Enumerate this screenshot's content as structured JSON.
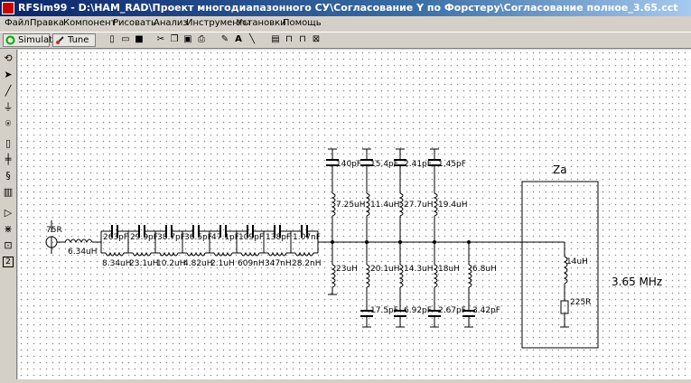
{
  "window": {
    "title": "RFSim99 - D:\\HAM_RAD\\Проект многодиапазонного СУ\\Согласование Y по Форстеру\\Согласование полное_3.65.cct"
  },
  "menu": [
    "Файл",
    "Правка",
    "Компонент",
    "Рисовать",
    "Анализ",
    "Инструменты",
    "Установки",
    "Помощь"
  ],
  "toolbar": {
    "simulate_label": "Simulate",
    "tune_label": "Tune"
  },
  "schematic": {
    "source_r": "75R",
    "source_l": "6.34uH",
    "series_c": [
      "263pF",
      "29.9pF",
      "38.7pF",
      "36.5pF",
      "47.1pF",
      "109pF",
      "138pF",
      "1.07nF"
    ],
    "series_l": [
      "8.34uH",
      "23.1uH",
      "10.2uH",
      "4.82uH",
      "2.1uH",
      "609nH",
      "347nH",
      "28.2nH"
    ],
    "top_c": [
      "140pF",
      "15.4pF",
      "2.41pF",
      "1.45pF"
    ],
    "top_l": [
      "7.25uH",
      "11.4uH",
      "27.7uH",
      "19.4uH"
    ],
    "bottom_l": [
      "23uH",
      "20.1uH",
      "14.3uH",
      "18uH",
      "6.8uH"
    ],
    "bottom_c": [
      "17.5pF",
      "6.92pF",
      "2.67pF",
      "3.42pF"
    ],
    "load_label": "Za",
    "load_l": "14uH",
    "load_r": "225R",
    "frequency": "3.65 MHz"
  }
}
